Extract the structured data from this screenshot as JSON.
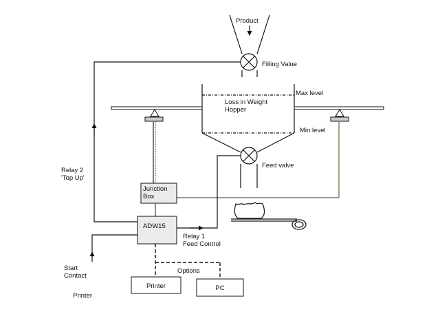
{
  "labels": {
    "product": "Product",
    "filling_valve": "Filling Value",
    "max_level": "Max level",
    "hopper_line1": "Loss in Weight",
    "hopper_line2": "Hopper",
    "min_level": "Min level",
    "feed_valve": "Feed valve",
    "relay2_line1": "Relay 2",
    "relay2_line2": "'Top Up'",
    "junction_line1": "Junction",
    "junction_line2": "Box",
    "adw15": "ADW15",
    "relay1_line1": "Relay 1",
    "relay1_line2": "Feed Control",
    "start_line1": "Start",
    "start_line2": "Contact",
    "options": "Options",
    "printer_box": "Printer",
    "pc_box": "PC",
    "printer_footer": "Printer"
  },
  "colors": {
    "line": "#111111",
    "box_fill": "#ebebeb",
    "loadcell_wire": "#6b2e36",
    "signal_wire": "#5d6b3a"
  }
}
